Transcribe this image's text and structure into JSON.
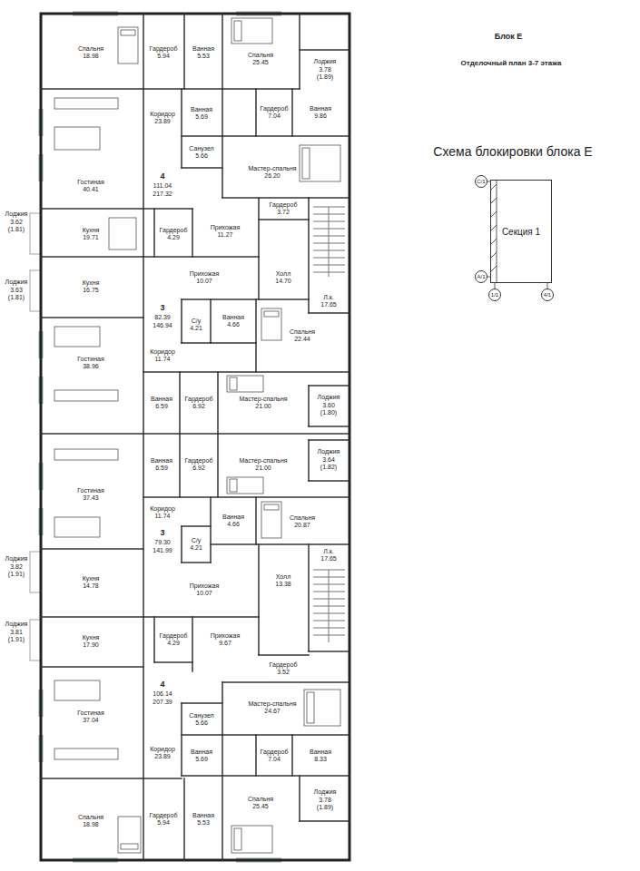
{
  "diagram": {
    "title": "Блок Е",
    "nodes": [
      {
        "text": [
          "Спальня",
          "18.98"
        ]
      },
      {
        "text": [
          "Гардероб",
          "5.94"
        ]
      },
      {
        "text": [
          "Ванная",
          "5.53"
        ]
      },
      {
        "text": [
          "Спальня",
          "25.45"
        ]
      },
      {
        "text": [
          "Лоджия",
          "3.78",
          "(1.89)"
        ]
      },
      {
        "text": [
          "Гостиная",
          "40.41"
        ]
      },
      {
        "text": [
          "Коридор",
          "23.89"
        ]
      },
      {
        "text": [
          "Ванная",
          "5.69"
        ]
      },
      {
        "text": [
          "Санузел",
          "5.66"
        ]
      },
      {
        "text": [
          "Гардероб",
          "7.04"
        ]
      },
      {
        "text": [
          "Ванная",
          "9.86"
        ]
      },
      {
        "text": [
          "Мастер-спальня",
          "26.20"
        ]
      },
      {
        "text": [
          "Гардероб",
          "3.72"
        ]
      },
      {
        "text": [
          "Лоджия",
          "3.62",
          "(1.81)"
        ]
      },
      {
        "text": [
          "Кухня",
          "19.71"
        ]
      },
      {
        "text": [
          "Гардероб",
          "4.29"
        ]
      },
      {
        "text": [
          "Прихожая",
          "11.27"
        ]
      },
      {
        "text": [
          "Лоджия",
          "3.63",
          "(1.81)"
        ]
      },
      {
        "text": [
          "Кухня",
          "16.75"
        ]
      },
      {
        "text": [
          "Прихожая",
          "10.07"
        ]
      },
      {
        "text": [
          "Холл",
          "14.70"
        ]
      },
      {
        "text": [
          "Л.к.",
          "17.65"
        ]
      },
      {
        "text": [
          "С/у",
          "4.21"
        ]
      },
      {
        "text": [
          "Ванная",
          "4.66"
        ]
      },
      {
        "text": [
          "Коридор",
          "11.74"
        ]
      },
      {
        "text": [
          "Гостиная",
          "38.96"
        ]
      },
      {
        "text": [
          "Спальня",
          "22.44"
        ]
      },
      {
        "text": [
          "Ванная",
          "6.59"
        ]
      },
      {
        "text": [
          "Гардероб",
          "6.92"
        ]
      },
      {
        "text": [
          "Мастер-спальня",
          "21.00"
        ]
      },
      {
        "text": [
          "Лоджия",
          "3.60",
          "(1.80)"
        ]
      },
      {
        "text": [
          "Ванная",
          "6.59"
        ]
      },
      {
        "text": [
          "Гардероб",
          "6.92"
        ]
      },
      {
        "text": [
          "Мастер-спальня",
          "21.00"
        ]
      },
      {
        "text": [
          "Лоджия",
          "3.64",
          "(1.82)"
        ]
      },
      {
        "text": [
          "Гостиная",
          "37.43"
        ]
      },
      {
        "text": [
          "Коридор",
          "11.74"
        ]
      },
      {
        "text": [
          "Спальня",
          "20.87"
        ]
      },
      {
        "text": [
          "Ванная",
          "4.66"
        ]
      },
      {
        "text": [
          "С/у",
          "4.21"
        ]
      },
      {
        "text": [
          "Холл",
          "13.38"
        ]
      },
      {
        "text": [
          "Л.к.",
          "17.65"
        ]
      },
      {
        "text": [
          "Лоджия",
          "3.82",
          "(1.91)"
        ]
      },
      {
        "text": [
          "Кухня",
          "14.78"
        ]
      },
      {
        "text": [
          "Прихожая",
          "10.07"
        ]
      },
      {
        "text": [
          "Лоджия",
          "3.81",
          "(1.91)"
        ]
      },
      {
        "text": [
          "Кухня",
          "17.90"
        ]
      },
      {
        "text": [
          "Гардероб",
          "4.29"
        ]
      },
      {
        "text": [
          "Прихожая",
          "9.67"
        ]
      },
      {
        "text": [
          "Гардероб",
          "3.52"
        ]
      },
      {
        "text": [
          "Гостиная",
          "37.04"
        ]
      },
      {
        "text": [
          "Мастер-спальня",
          "24.67"
        ]
      },
      {
        "text": [
          "Коридор",
          "23.89"
        ]
      },
      {
        "text": [
          "Санузел",
          "5.66"
        ]
      },
      {
        "text": [
          "Ванная",
          "5.69"
        ]
      },
      {
        "text": [
          "Гардероб",
          "7.04"
        ]
      },
      {
        "text": [
          "Ванная",
          "8.33"
        ]
      },
      {
        "text": [
          "Спальня",
          "18.98"
        ]
      },
      {
        "text": [
          "Гардероб",
          "5.94"
        ]
      },
      {
        "text": [
          "Ванная",
          "5.53"
        ]
      },
      {
        "text": [
          "Спальня",
          "25.45"
        ]
      },
      {
        "text": [
          "Лоджия",
          "3.78",
          "(1.89)"
        ]
      },
      {
        "text": [
          "Секция 1"
        ]
      },
      {
        "text": [
          "С/1"
        ]
      },
      {
        "text": [
          "А/1"
        ]
      },
      {
        "text": [
          "1/1"
        ]
      },
      {
        "text": [
          "4/1"
        ]
      }
    ],
    "labels": [
      "Отделочный план 3-7 этажа",
      "Схема блокировки блока Е",
      "4",
      "111.04",
      "217.32",
      "3",
      "82.39",
      "146.94",
      "3",
      "79.30",
      "141.99",
      "4",
      "106.14",
      "207.39"
    ]
  }
}
